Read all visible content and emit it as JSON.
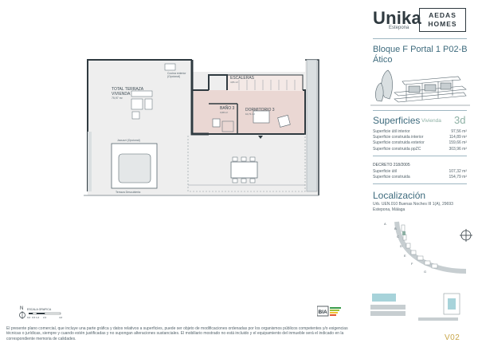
{
  "header": {
    "brand": "Unika",
    "brand_sub": "Estepona",
    "developer_line1": "AEDAS",
    "developer_line2": "HOMES"
  },
  "unit": {
    "title": "Bloque F Portal 1 P02-B",
    "subtitle": "Ático"
  },
  "surfaces": {
    "title": "Superficies",
    "type_label": "Vivienda",
    "type_value": "3d",
    "rows": [
      {
        "label": "Superficie útil interior",
        "value": "97,56 m²"
      },
      {
        "label": "Superficie construida interior",
        "value": "114,89 m²"
      },
      {
        "label": "Superficie construida exterior",
        "value": "159,66 m²"
      },
      {
        "label": "Superficie construida ppZC",
        "value": "303,96 m²"
      }
    ],
    "decree_title": "DECRETO 218/2005",
    "decree_rows": [
      {
        "label": "Superficie útil",
        "value": "107,32 m²"
      },
      {
        "label": "Superficie construida",
        "value": "154,79 m²"
      }
    ]
  },
  "location": {
    "title": "Localización",
    "address_line1": "Urb. UEN.010 Buenas Noches III 1(A), 29693",
    "address_line2": "Estepona, Málaga",
    "map_labels": [
      "A",
      "B",
      "C",
      "D",
      "E",
      "F",
      "G"
    ]
  },
  "plan": {
    "room_labels": {
      "chimney": "Cocina exterior\n(Opcional)",
      "terrace": "TOTAL TERRAZA\nVIVIENDA",
      "terrace_area": "75,97 m²",
      "stairs": "ESCALERAS",
      "stairs_area": "4,81 m²",
      "bath": "BAÑO 3",
      "bath_area": "3,68 m²",
      "bedroom": "DORMITORIO 3",
      "bedroom_area": "10,71 m²",
      "jacuzzi": "Jacuzzi (Opcional)",
      "open_terrace": "Terraza Descubierta"
    }
  },
  "scale": {
    "label": "ESCALA GRAFICA",
    "ticks": [
      "0,0",
      "0,5",
      "1,0",
      "2,0",
      "4,0"
    ]
  },
  "compass_label": "N",
  "energy_label": "BIA",
  "footer": {
    "disclaimer": "El presente plano comercial, que incluye una parte gráfica y datos relativos a superficies, puede ser objeto de modificaciones ordenadas por los organismos públicos competentes y/o exigencias técnicas o jurídicas, siempre y cuando estén justificadas y no supongan alteraciones sustanciales. El mobiliario mostrado no está incluido y el equipamiento del inmueble será el indicado en la correspondiente memoria de calidades.",
    "code": "V02"
  },
  "colors": {
    "accent": "#3e6b7d",
    "green": "#8db0a4",
    "gold": "#c9a74b",
    "wall": "#2f3a40",
    "interior": "#ead7d3",
    "terrace": "#eeeeee"
  }
}
